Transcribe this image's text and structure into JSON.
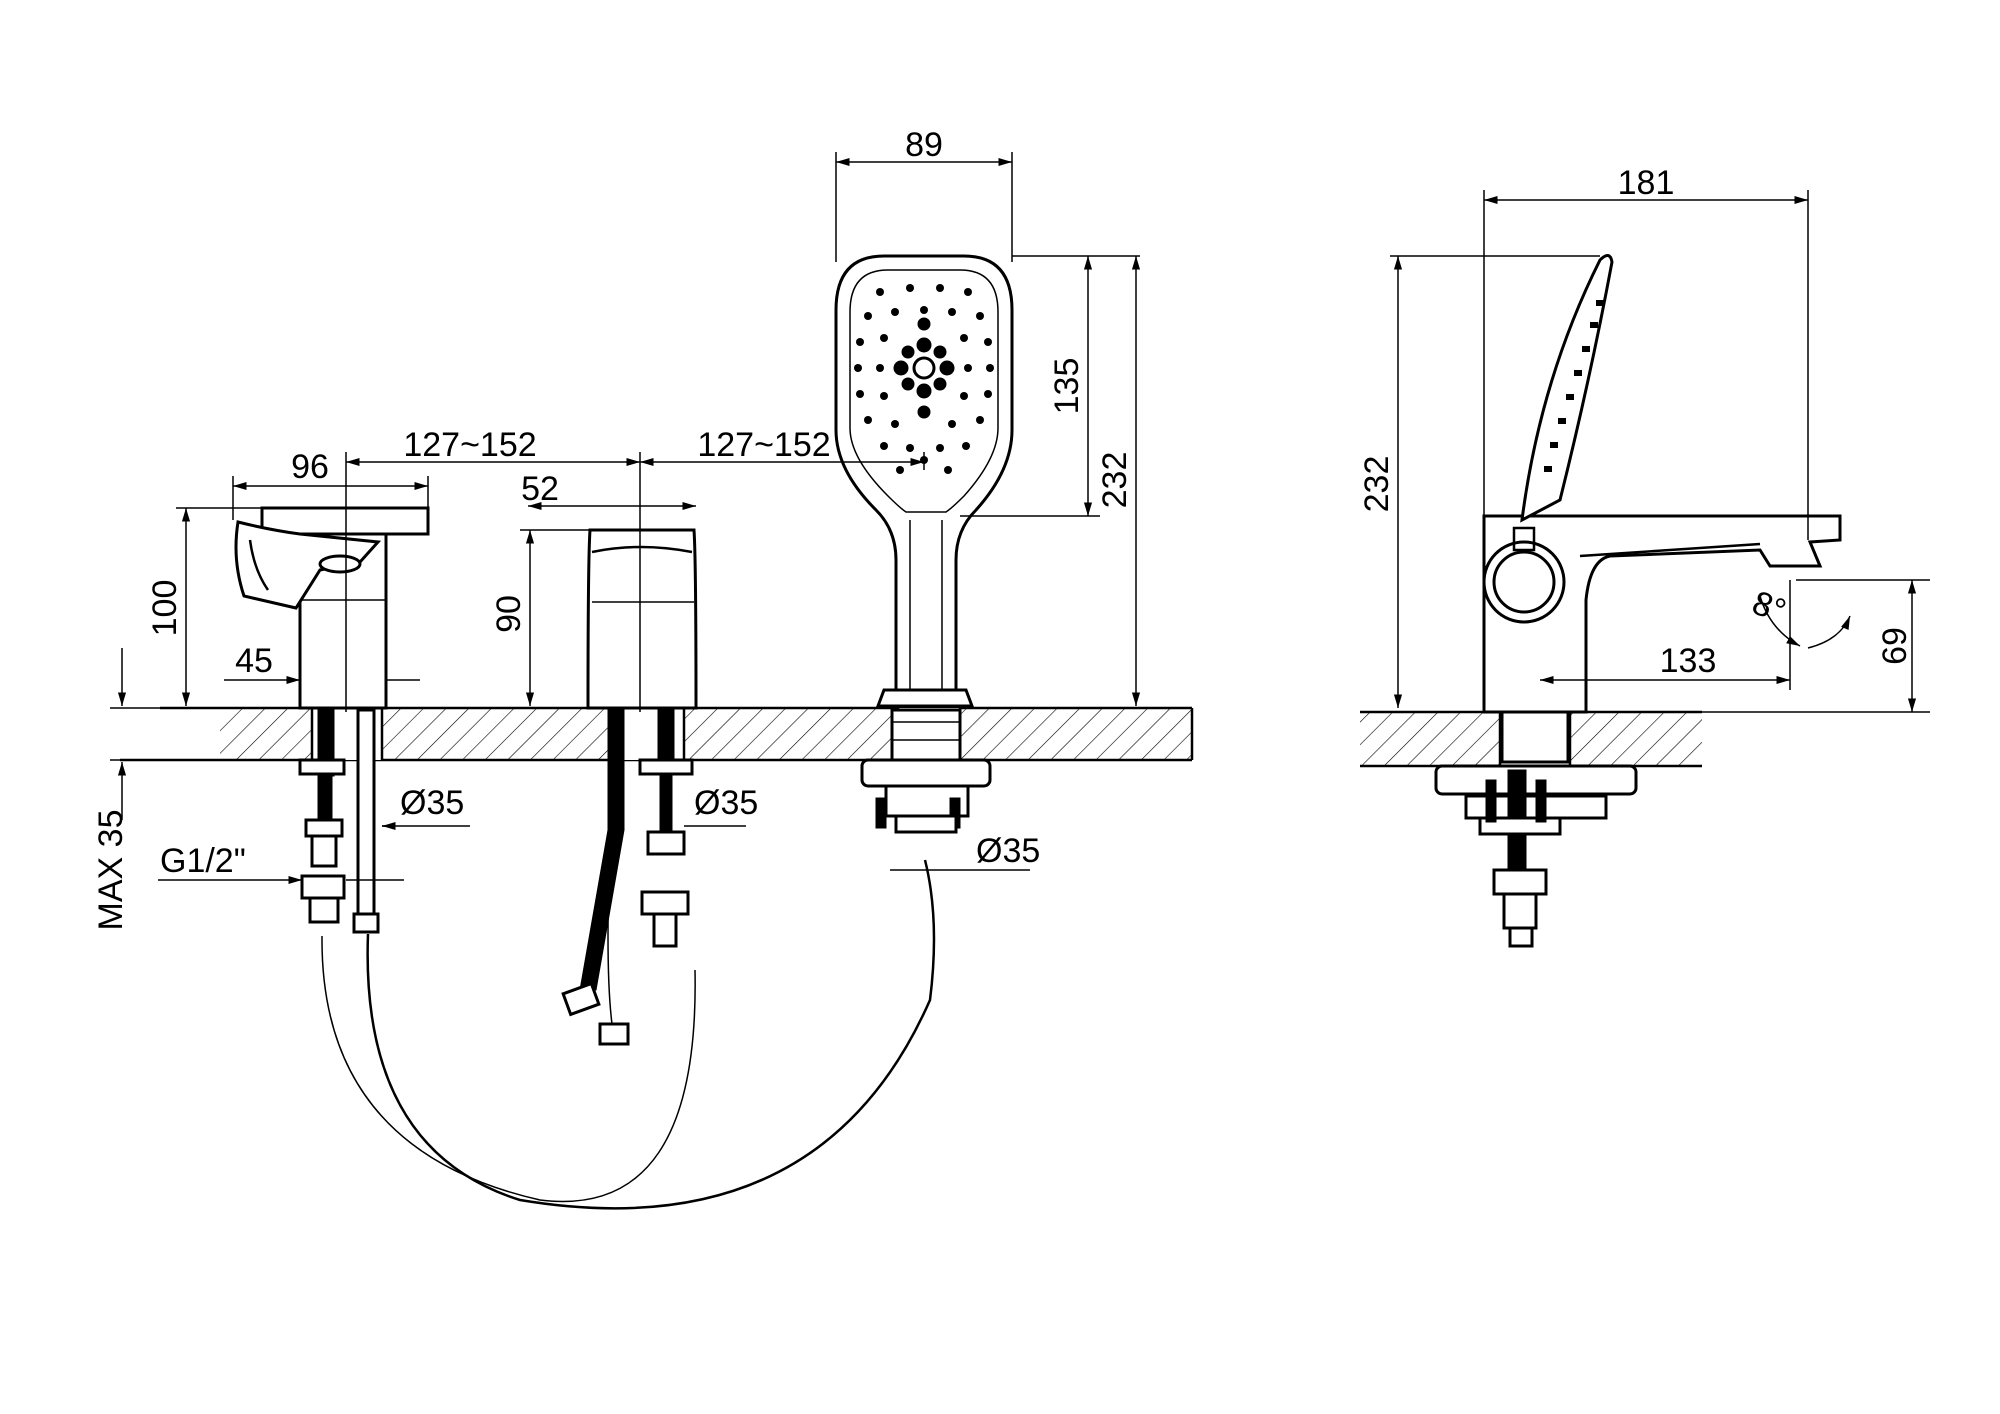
{
  "drawing": {
    "dimensions": {
      "mixer_width": "96",
      "spacing_left": "127~152",
      "spacing_right": "127~152",
      "handshower_width": "89",
      "handshower_head_height": "135",
      "total_height_front": "232",
      "mixer_height": "100",
      "spout_block_width": "52",
      "spout_block_height": "90",
      "mixer_offset": "45",
      "hole_dia_1": "Ø35",
      "hole_dia_2": "Ø35",
      "hole_dia_3": "Ø35",
      "thread": "G1/2\"",
      "max_deck": "MAX 35",
      "side_width": "181",
      "side_height": "232",
      "spout_reach": "133",
      "spout_clearance": "69",
      "spout_angle": "8°"
    }
  }
}
